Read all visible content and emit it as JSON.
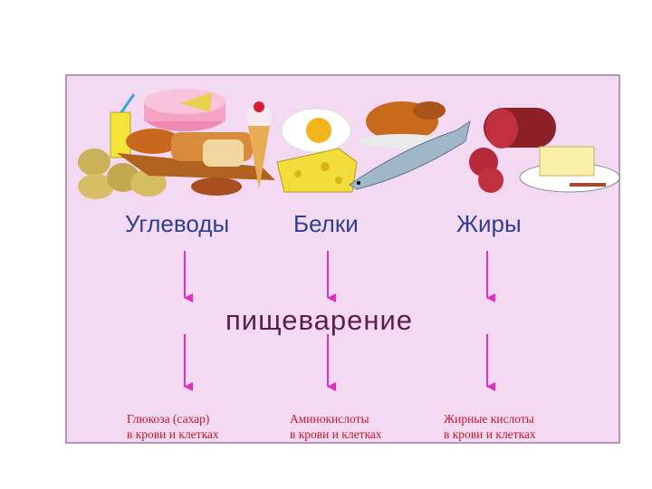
{
  "groups": [
    {
      "label": "Углеводы",
      "product_line1": "Глюкоза (сахар)",
      "product_line2": "в крови и клетках"
    },
    {
      "label": "Белки",
      "product_line1": "Аминокислоты",
      "product_line2": "в крови и клетках"
    },
    {
      "label": "Жиры",
      "product_line1": "Жирные кислоты",
      "product_line2": "в крови и клетках"
    }
  ],
  "center_label": "пищеварение",
  "colors": {
    "background": "#f4d9f3",
    "arrow": "#e22fbf",
    "label": "#2f3f8f",
    "product": "#c4172a"
  }
}
